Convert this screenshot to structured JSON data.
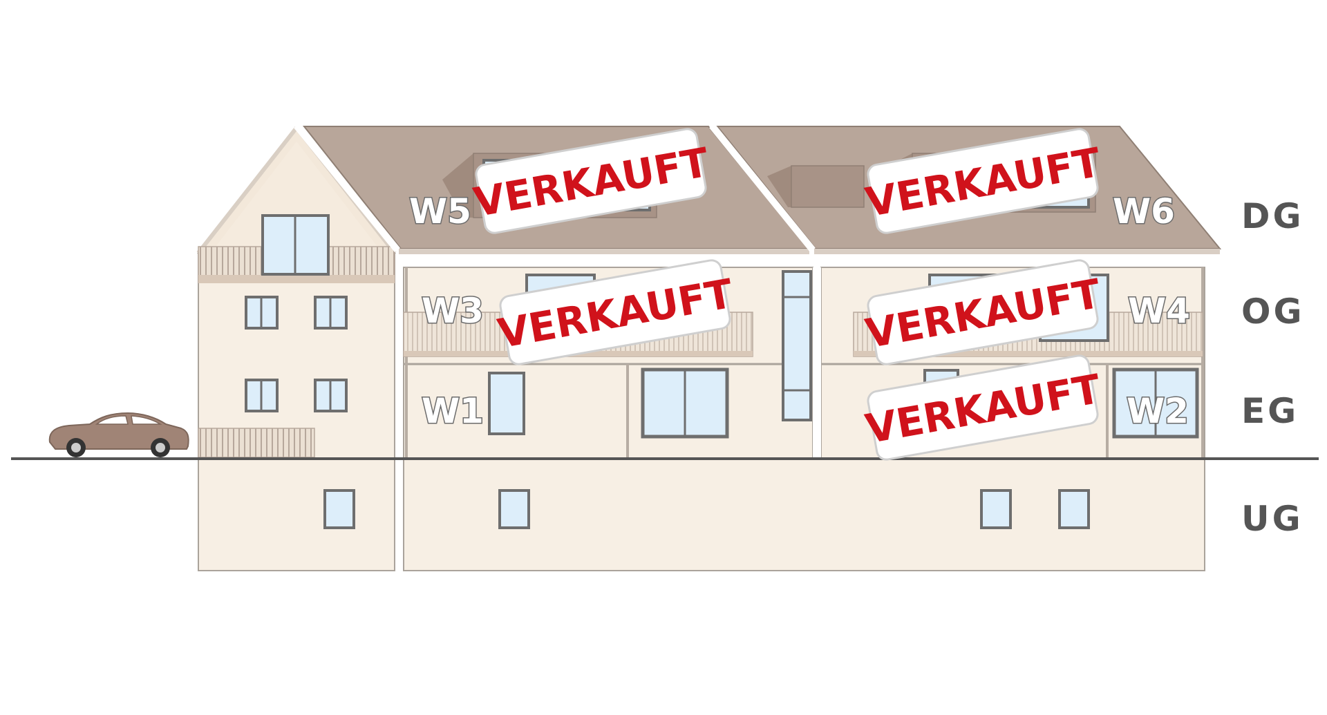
{
  "floors": {
    "dg": "DG",
    "og": "OG",
    "eg": "EG",
    "ug": "UG"
  },
  "units": {
    "w1": "W1",
    "w2": "W2",
    "w3": "W3",
    "w4": "W4",
    "w5": "W5",
    "w6": "W6"
  },
  "sold_badges": [
    {
      "unit": "W5",
      "text": "VERKAUFT"
    },
    {
      "unit": "W6",
      "text": "VERKAUFT"
    },
    {
      "unit": "W3",
      "text": "VERKAUFT"
    },
    {
      "unit": "W4",
      "text": "VERKAUFT"
    },
    {
      "unit": "W2",
      "text": "VERKAUFT"
    }
  ],
  "colors": {
    "wall": "#f7efe4",
    "roof": "#b8a69a",
    "roof_dark": "#a89387",
    "window_glass": "#ddeefa",
    "window_frame": "#6e6e6e",
    "car": "#a08476",
    "sold_red": "#d0121b"
  }
}
